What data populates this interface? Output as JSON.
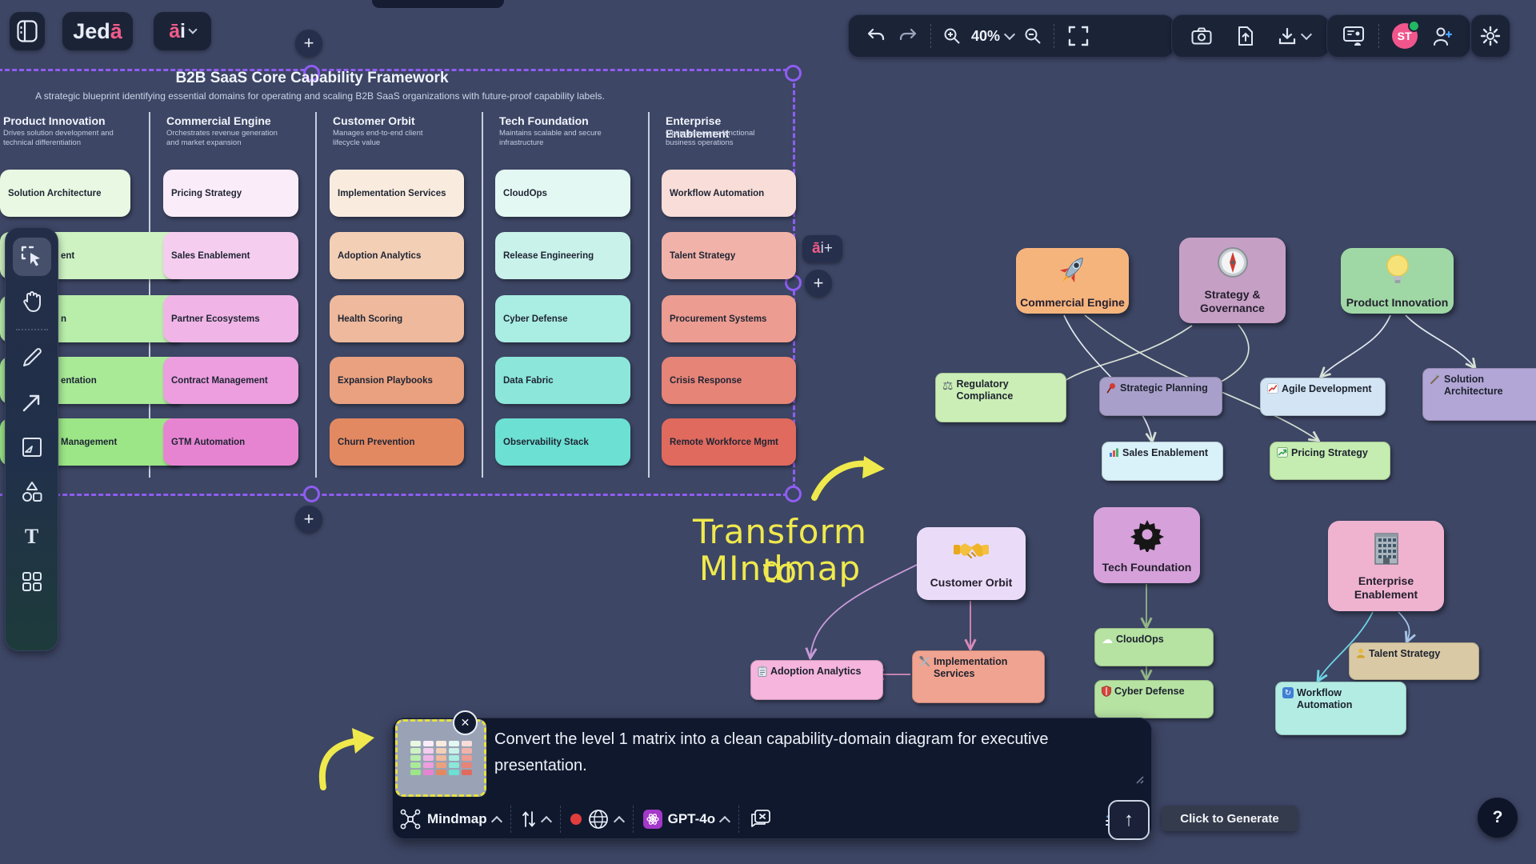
{
  "app": {
    "logo_main": "Jed",
    "logo_accent": "ā",
    "ai_menu_a": "ā",
    "ai_menu_i": "i",
    "plus_glyph": "+"
  },
  "topbar": {
    "zoom_level": "40%"
  },
  "user": {
    "avatar_initials": "ST"
  },
  "toolbar_icons": {
    "text_tool_glyph": "T"
  },
  "side_ai": {
    "ai_plus_a": "ā",
    "ai_plus_rest": "i+",
    "plus_glyph": "+"
  },
  "matrix": {
    "title": "B2B SaaS Core Capability Framework",
    "subtitle": "A strategic blueprint identifying essential domains for operating and scaling B2B SaaS organizations with future-proof capability labels.",
    "columns": [
      {
        "name": "Product Innovation",
        "description": "Drives solution development and technical differentiation",
        "cards": [
          "Solution Architecture",
          "ent",
          "n",
          "entation",
          "Management"
        ],
        "card_colors": [
          "#e8f8e2",
          "#cef2c2",
          "#b8eeaa",
          "#a9ea97",
          "#9ce687"
        ]
      },
      {
        "name": "Commercial Engine",
        "description": "Orchestrates revenue generation and market expansion",
        "cards": [
          "Pricing Strategy",
          "Sales Enablement",
          "Partner Ecosystems",
          "Contract Management",
          "GTM Automation"
        ],
        "card_colors": [
          "#fbecf9",
          "#f5cdee",
          "#f0b5e6",
          "#ec9ede",
          "#e784d2"
        ]
      },
      {
        "name": "Customer Orbit",
        "description": "Manages end-to-end client lifecycle value",
        "cards": [
          "Implementation Services",
          "Adoption Analytics",
          "Health Scoring",
          "Expansion Playbooks",
          "Churn Prevention"
        ],
        "card_colors": [
          "#f9ecdf",
          "#f3cfb6",
          "#eeb99c",
          "#e9a17f",
          "#e38962"
        ]
      },
      {
        "name": "Tech Foundation",
        "description": "Maintains scalable and secure infrastructure",
        "cards": [
          "CloudOps",
          "Release Engineering",
          "Cyber Defense",
          "Data Fabric",
          "Observability Stack"
        ],
        "card_colors": [
          "#e4f8f3",
          "#c9f2ea",
          "#aaede2",
          "#8ce7da",
          "#6ce0d2"
        ]
      },
      {
        "name": "Enterprise Enablement",
        "description": "Optimizes cross-functional business operations",
        "cards": [
          "Workflow Automation",
          "Talent Strategy",
          "Procurement Systems",
          "Crisis Response",
          "Remote Workforce Mgmt"
        ],
        "card_colors": [
          "#f8ddd8",
          "#f1b3a9",
          "#ec9c90",
          "#e68478",
          "#e06a5e"
        ]
      }
    ]
  },
  "mindmap": {
    "nodes": [
      {
        "id": "commercial",
        "label": [
          "Commercial Engine"
        ],
        "icon": "rocket",
        "color": "#f6b47d"
      },
      {
        "id": "strategy",
        "label": [
          "Strategy &",
          "Governance"
        ],
        "icon": "compass",
        "color": "#c69fc5"
      },
      {
        "id": "product",
        "label": [
          "Product Innovation"
        ],
        "icon": "bulb",
        "color": "#9fd8a5"
      },
      {
        "id": "regulatory",
        "label": [
          "Regulatory",
          "Compliance"
        ],
        "icon": "scales",
        "color": "#cbeeb6"
      },
      {
        "id": "strategic",
        "label": [
          "Strategic Planning"
        ],
        "icon": "pin",
        "color": "#a8a0ca"
      },
      {
        "id": "agile",
        "label": [
          "Agile Development"
        ],
        "icon": "chart-line",
        "color": "#d3e5f5"
      },
      {
        "id": "solution",
        "label": [
          "Solution",
          "Architecture"
        ],
        "icon": "pick",
        "color": "#b2a6d6"
      },
      {
        "id": "sales",
        "label": [
          "Sales Enablement"
        ],
        "icon": "bar-chart",
        "color": "#d9f1f8"
      },
      {
        "id": "pricing",
        "label": [
          "Pricing Strategy"
        ],
        "icon": "chart-up",
        "color": "#c6edb1"
      },
      {
        "id": "customer",
        "label": [
          "Customer Orbit"
        ],
        "icon": "handshake",
        "color": "#eadcf8"
      },
      {
        "id": "tech",
        "label": [
          "Tech Foundation"
        ],
        "icon": "gear",
        "color": "#d6a0da"
      },
      {
        "id": "enterprise",
        "label": [
          "Enterprise",
          "Enablement"
        ],
        "icon": "building",
        "color": "#efb3cf"
      },
      {
        "id": "cloudops",
        "label": [
          "CloudOps"
        ],
        "icon": "cloud",
        "color": "#b6e2a2"
      },
      {
        "id": "cyber",
        "label": [
          "Cyber Defense"
        ],
        "icon": "shield",
        "color": "#b6e2a2"
      },
      {
        "id": "adoption",
        "label": [
          "Adoption Analytics"
        ],
        "icon": "clipboard",
        "color": "#f5b5dd"
      },
      {
        "id": "implementation",
        "label": [
          "Implementation",
          "Services"
        ],
        "icon": "tools",
        "color": "#f0a390"
      },
      {
        "id": "talent",
        "label": [
          "Talent Strategy"
        ],
        "icon": "person",
        "color": "#d9c9a5"
      },
      {
        "id": "workflow",
        "label": [
          "Workflow",
          "Automation"
        ],
        "icon": "workflow",
        "color": "#b2ece3"
      }
    ]
  },
  "annotation": {
    "line1": "Transform to",
    "line2": "MIndmap"
  },
  "prompt_bar": {
    "text": "Convert the level 1 matrix into a clean capability-domain diagram for executive presentation.",
    "mode_label": "Mindmap",
    "model_label": "GPT-4o",
    "generate_tooltip": "Click to Generate",
    "help_glyph": "?",
    "close_glyph": "✕",
    "send_glyph": "↑"
  }
}
